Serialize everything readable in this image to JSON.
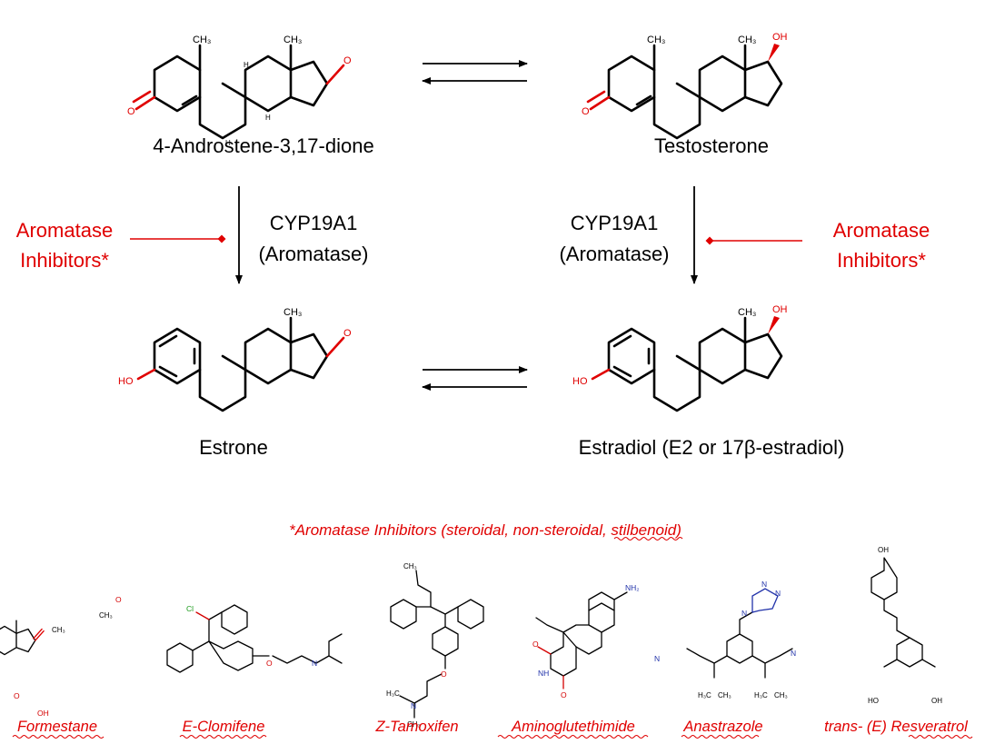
{
  "compounds": {
    "androstenedione": "4-Androstene-3,17-dione",
    "testosterone": "Testosterone",
    "estrone": "Estrone",
    "estradiol": "Estradiol (E2 or 17β-estradiol)"
  },
  "enzyme": {
    "left_line1": "CYP19A1",
    "left_line2": "(Aromatase)",
    "right_line1": "CYP19A1",
    "right_line2": "(Aromatase)"
  },
  "inhibitor_labels": {
    "left_line1": "Aromatase",
    "left_line2": "Inhibitors*",
    "right_line1": "Aromatase",
    "right_line2": "Inhibitors*"
  },
  "inhibitors_caption": "*Aromatase Inhibitors (steroidal, non-steroidal, stilbenoid)",
  "drugs": [
    "Formestane",
    "E-Clomifene",
    "Z-Tamoxifen",
    "Aminoglutethimide",
    "Anastrazole",
    "trans- (E) Resveratrol"
  ],
  "atom_labels": {
    "O": "O",
    "OH": "OH",
    "HO": "HO",
    "methyl": "CH3",
    "H": "H",
    "N": "N",
    "NH": "NH",
    "NH2": "NH2",
    "Cl": "Cl",
    "H3C": "H3C",
    "CH3": "CH3"
  },
  "colors": {
    "accent_red": "#e00000",
    "nitrogen_blue": "#2233aa",
    "chlorine_green": "#1a9a1a",
    "bond_black": "#000000"
  }
}
